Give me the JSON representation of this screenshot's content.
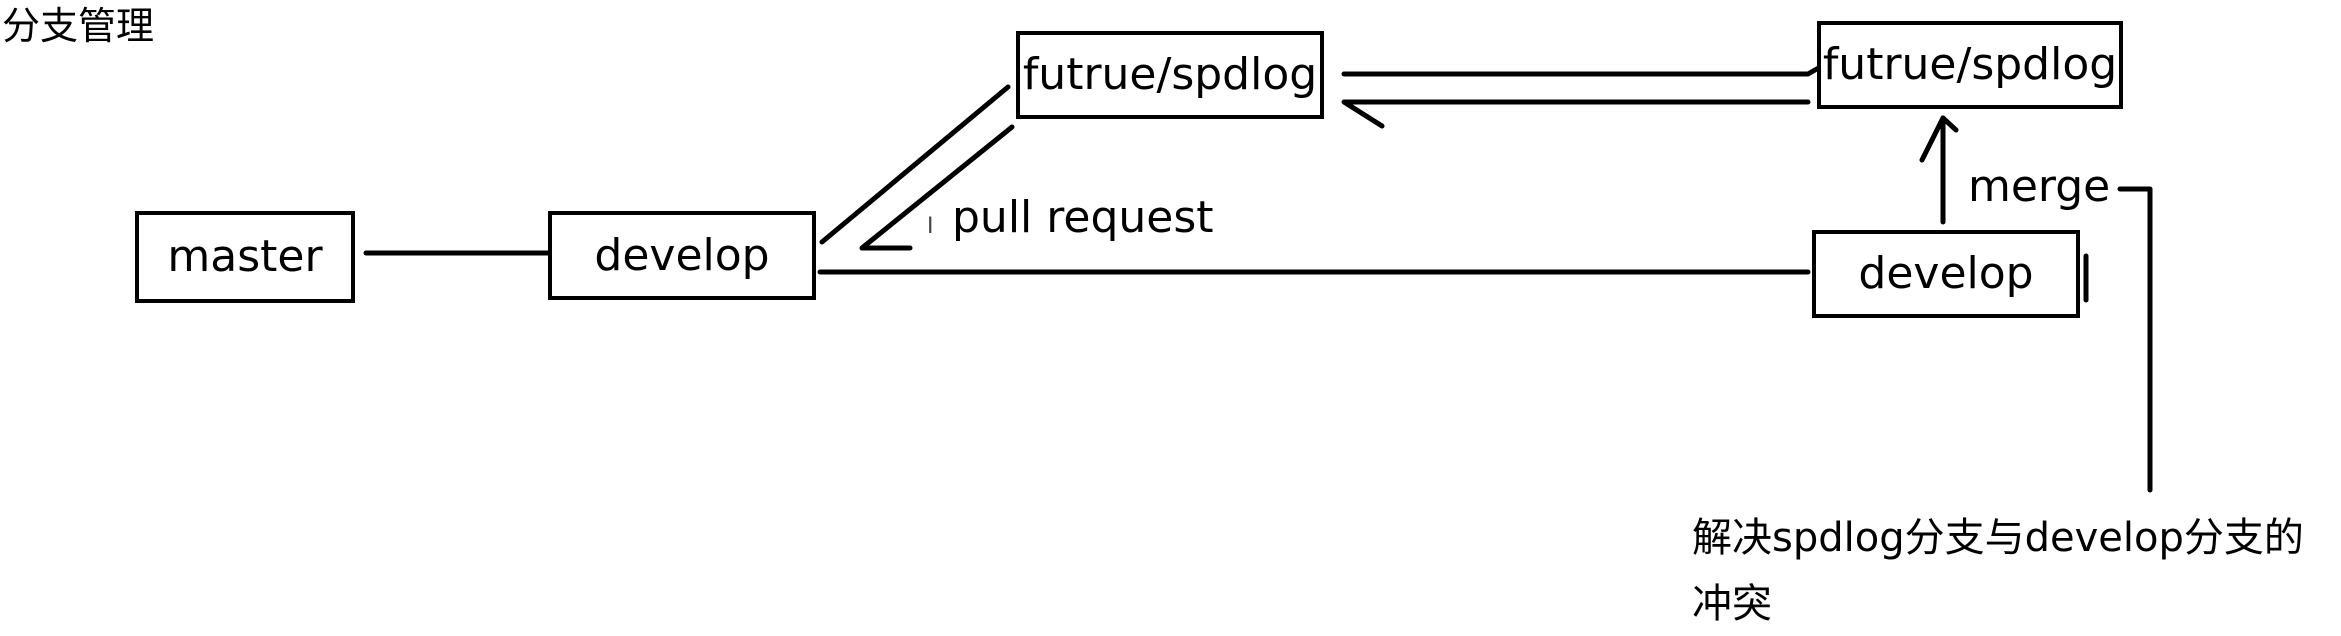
{
  "title": "分支管理",
  "nodes": {
    "master": "master",
    "develop_left": "develop",
    "feature_left": "futrue/spdlog",
    "feature_right": "futrue/spdlog",
    "develop_right": "develop"
  },
  "labels": {
    "pull_request": "pull request",
    "merge": "merge"
  },
  "note": {
    "line1": "解决spdlog分支与develop分支的",
    "line2": "冲突"
  }
}
